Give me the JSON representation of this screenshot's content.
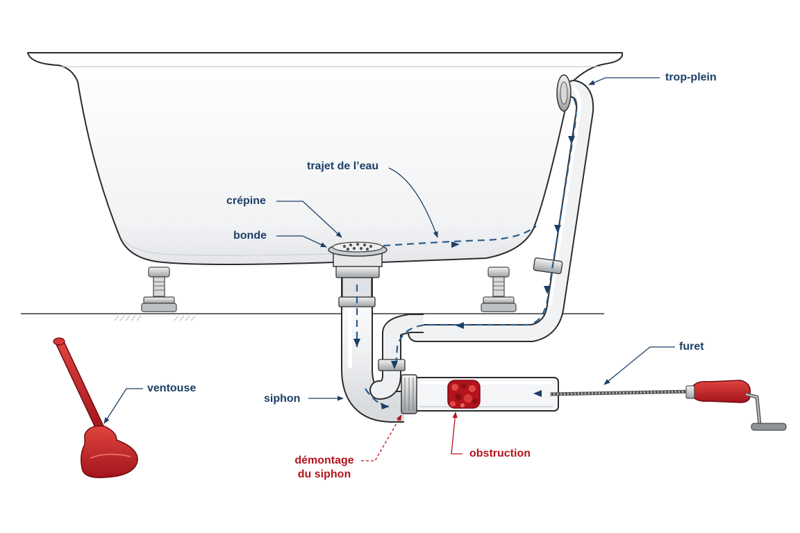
{
  "labels": {
    "trop_plein": "trop-plein",
    "trajet": "trajet de l’eau",
    "crepine": "crépine",
    "bonde": "bonde",
    "furet": "furet",
    "ventouse": "ventouse",
    "siphon": "siphon",
    "demontage_line1": "démontage",
    "demontage_line2": "du siphon",
    "obstruction": "obstruction"
  },
  "colors": {
    "label_blue": "#1c3f66",
    "label_red": "#b3141e",
    "water_flow": "#2a5a8c",
    "plunger": "#c21f2a",
    "outline": "#2b2b2b"
  },
  "icons": [
    "flow-arrow-icon",
    "plunger-icon",
    "drain-auger-icon",
    "drain-strainer-icon"
  ]
}
